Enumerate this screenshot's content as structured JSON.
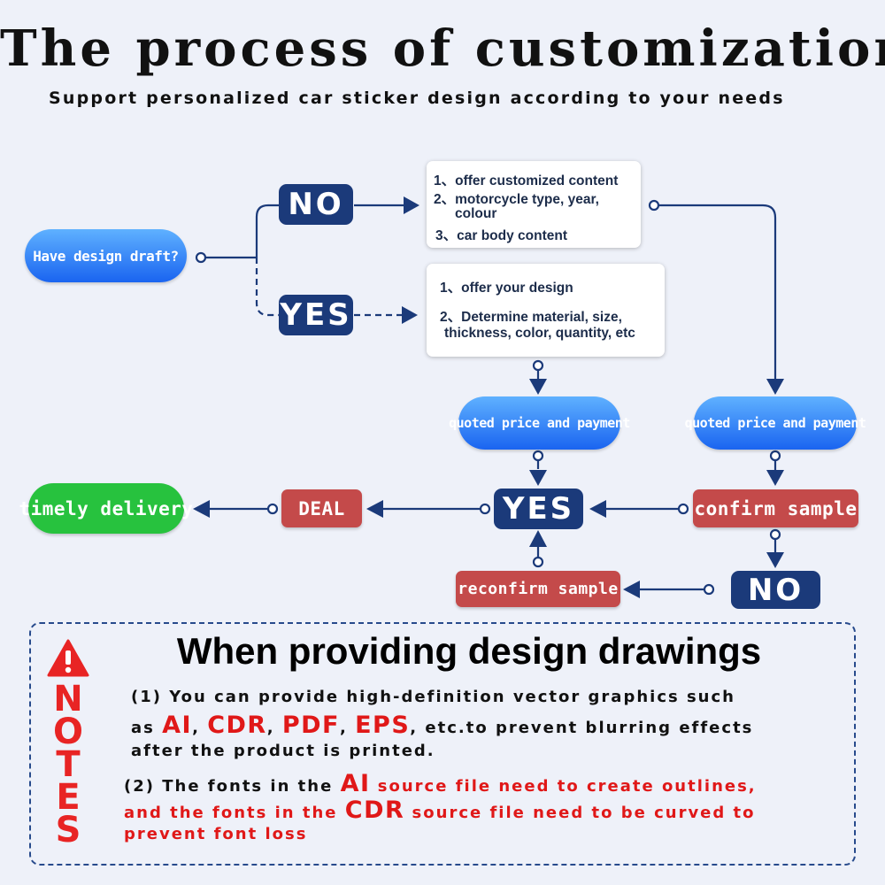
{
  "header": {
    "title": "The process of customization",
    "subtitle": "Support personalized car sticker design according to your needs"
  },
  "flow": {
    "start": "Have design draft?",
    "no_top": "NO",
    "yes_top": "YES",
    "no_box": {
      "line1": "1、offer customized content",
      "line2": "2、motorcycle type,  year,",
      "line3": "colour",
      "line4": "3、car body content"
    },
    "yes_box": {
      "line1": "1、offer your design",
      "line2": "2、Determine material, size,",
      "line3": "thickness, color, quantity, etc"
    },
    "quote_left": "quoted price and payment",
    "quote_right": "quoted price and payment",
    "yes_mid": "YES",
    "confirm": "confirm sample",
    "deal": "DEAL",
    "delivery": "timely delivery",
    "reconfirm": "reconfirm sample",
    "no_bottom": "NO"
  },
  "notes": {
    "vertical_label": "NOTES",
    "heading": "When providing design drawings",
    "n1_line1": "(1) You can provide high-definition vector graphics such",
    "n1_as": "as ",
    "fmt_ai": "AI",
    "fmt_cdr": "CDR",
    "fmt_pdf": "PDF",
    "fmt_eps": "EPS",
    "sep": ", ",
    "n1_tail": ", etc.to prevent blurring effects",
    "n1_line3": "after the product is printed.",
    "n2_a": "(2) The fonts in the ",
    "n2_ai": "AI",
    "n2_b": " source file need to create outlines,",
    "n2_c": "and the fonts in the ",
    "n2_cdr": "CDR",
    "n2_d": " source file need to be curved to",
    "n2_e": "prevent font loss"
  },
  "colors": {
    "navy": "#1b3a7a",
    "red": "#c44a4a",
    "green": "#27c23e",
    "blue": "#1a64f0",
    "warn": "#e01818"
  }
}
